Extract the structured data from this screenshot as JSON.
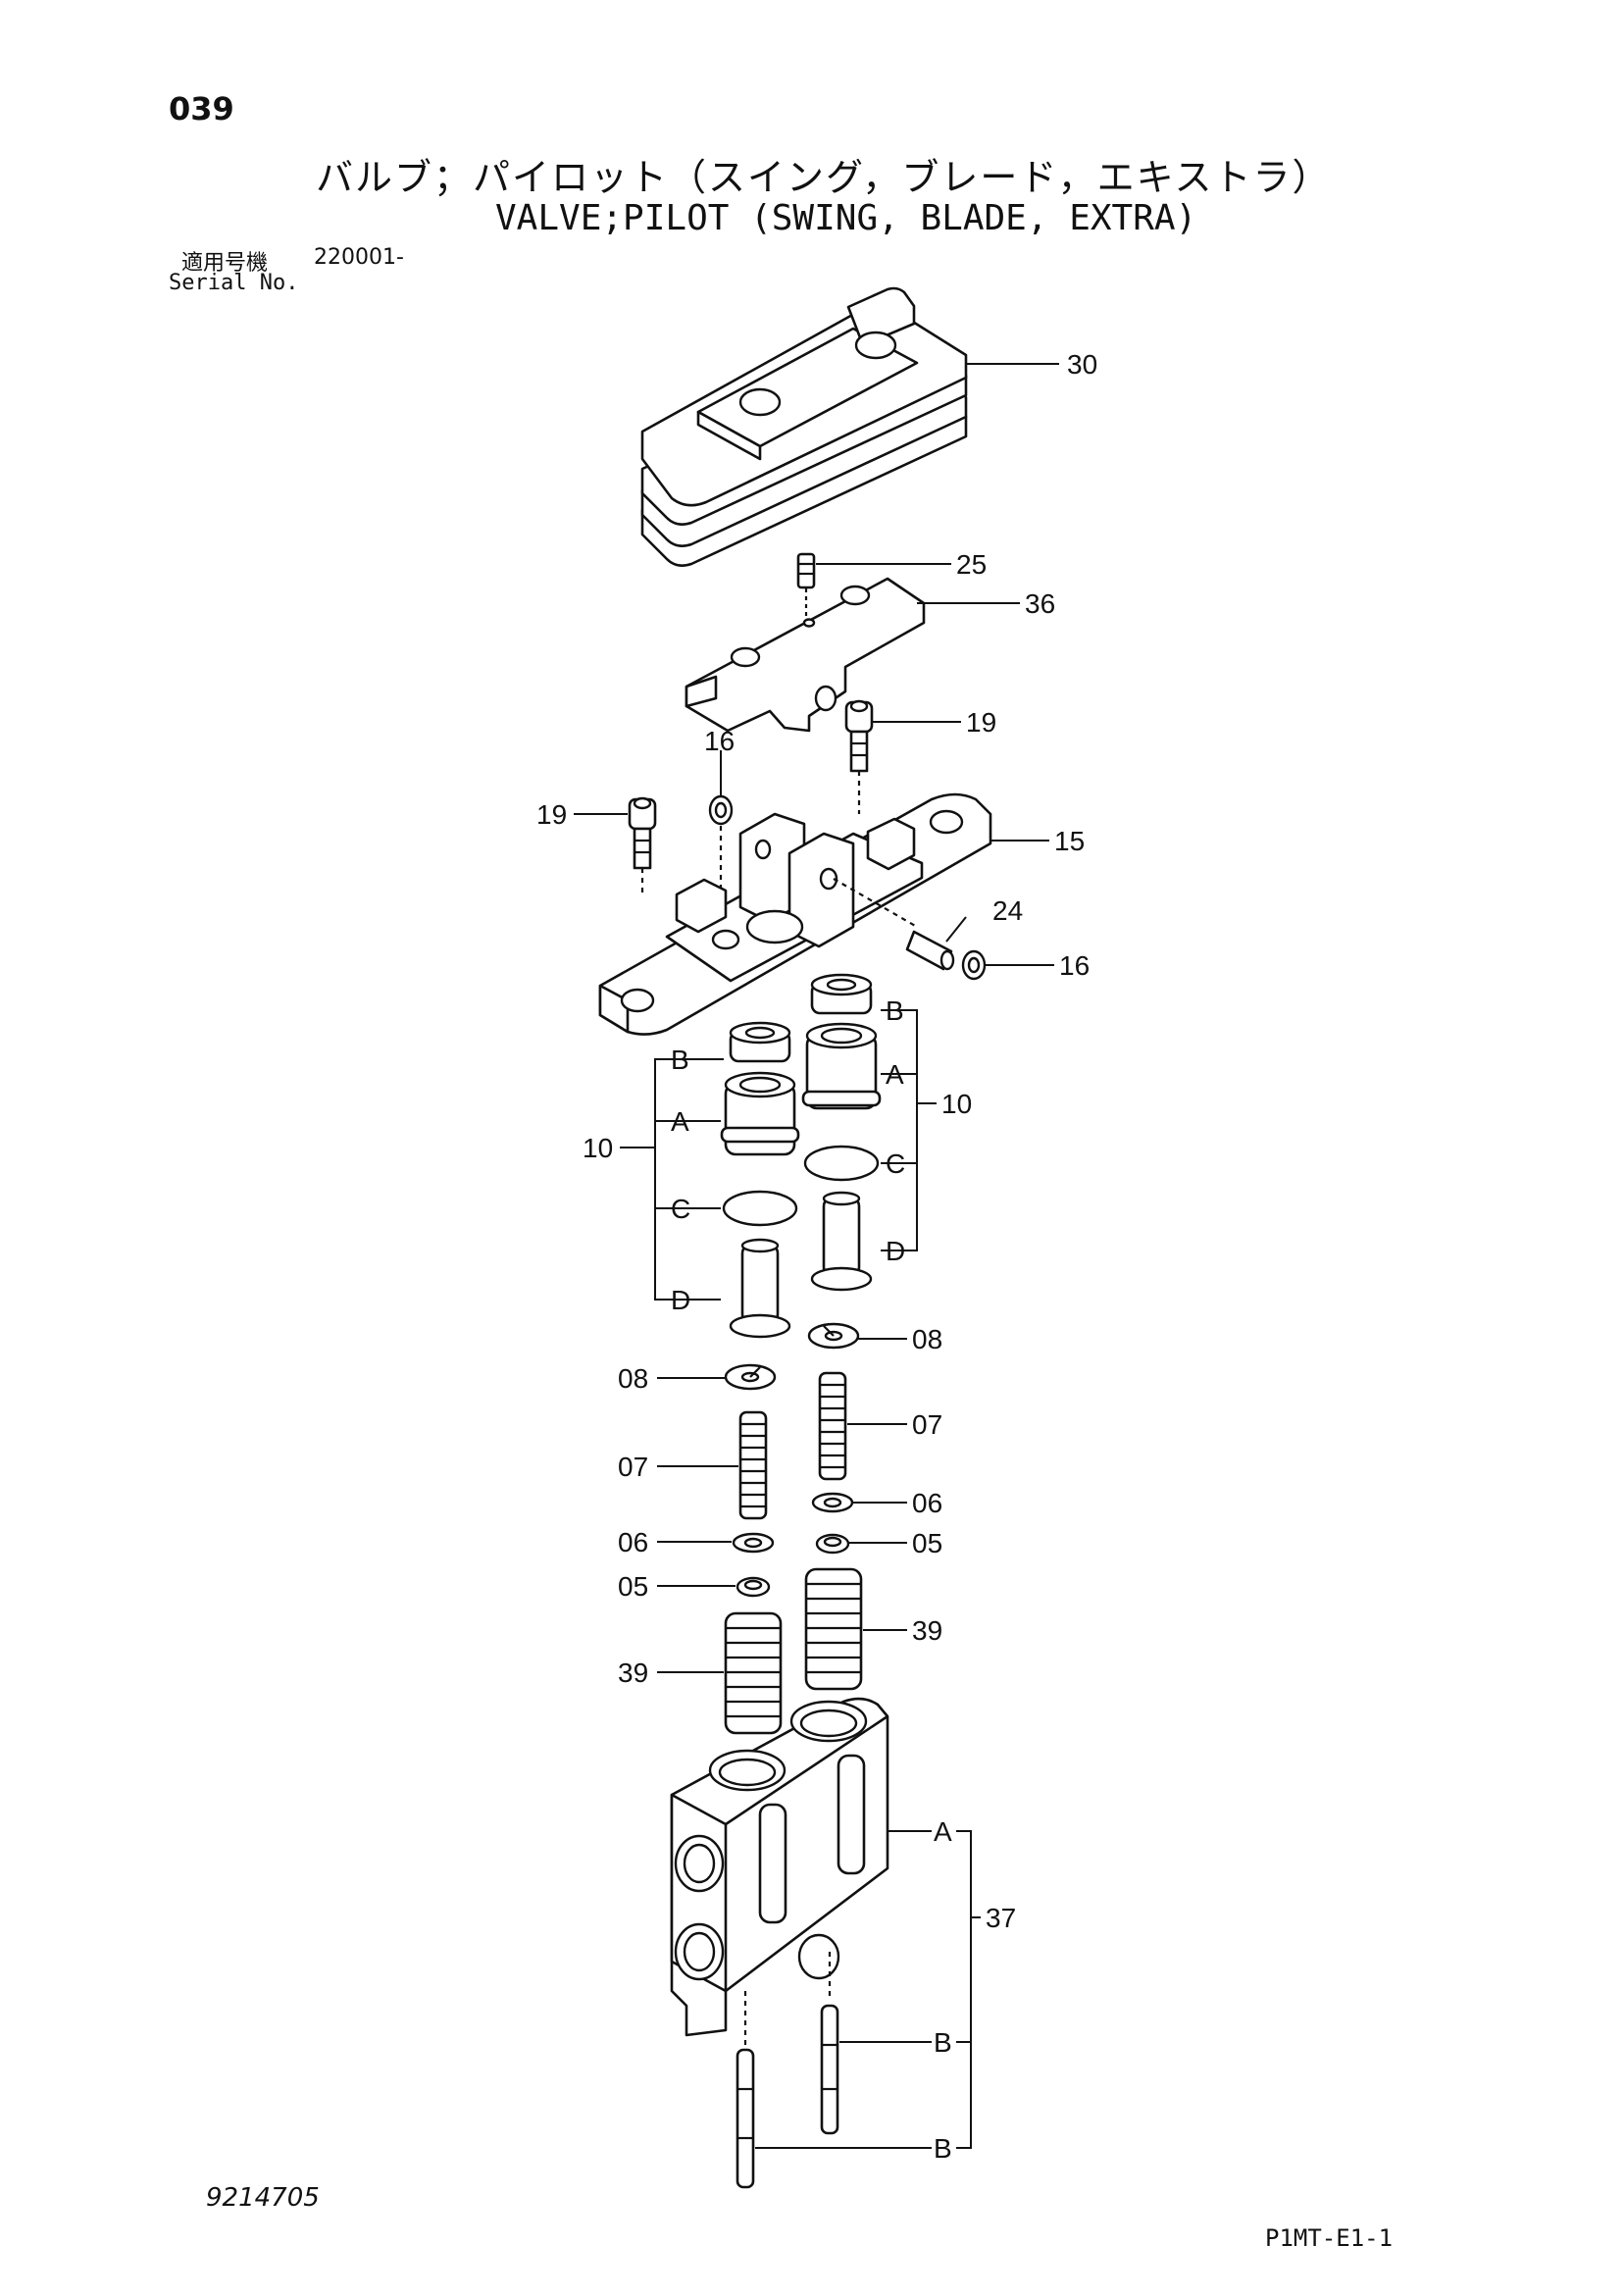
{
  "header": {
    "page_number": "039",
    "title_ja": "バルブ；パイロット（スイング，ブレード，エキストラ）",
    "title_en": "VALVE;PILOT (SWING, BLADE, EXTRA)",
    "serial_label_ja": "適用号機",
    "serial_value": "220001-",
    "serial_label_en": "Serial No."
  },
  "footer": {
    "drawing_number": "9214705",
    "sheet_code": "P1MT-E1-1"
  },
  "callouts": {
    "c30": "30",
    "c25": "25",
    "c36": "36",
    "c16a": "16",
    "c19a": "19",
    "c19b": "19",
    "c15": "15",
    "c24": "24",
    "c16b": "16",
    "c10a": "10",
    "c10b": "10",
    "c08a": "08",
    "c08b": "08",
    "c07a": "07",
    "c07b": "07",
    "c06a": "06",
    "c06b": "06",
    "c05a": "05",
    "c05b": "05",
    "c39a": "39",
    "c39b": "39",
    "c37": "37"
  },
  "sublabels": {
    "A": "A",
    "B": "B",
    "C": "C",
    "D": "D"
  }
}
